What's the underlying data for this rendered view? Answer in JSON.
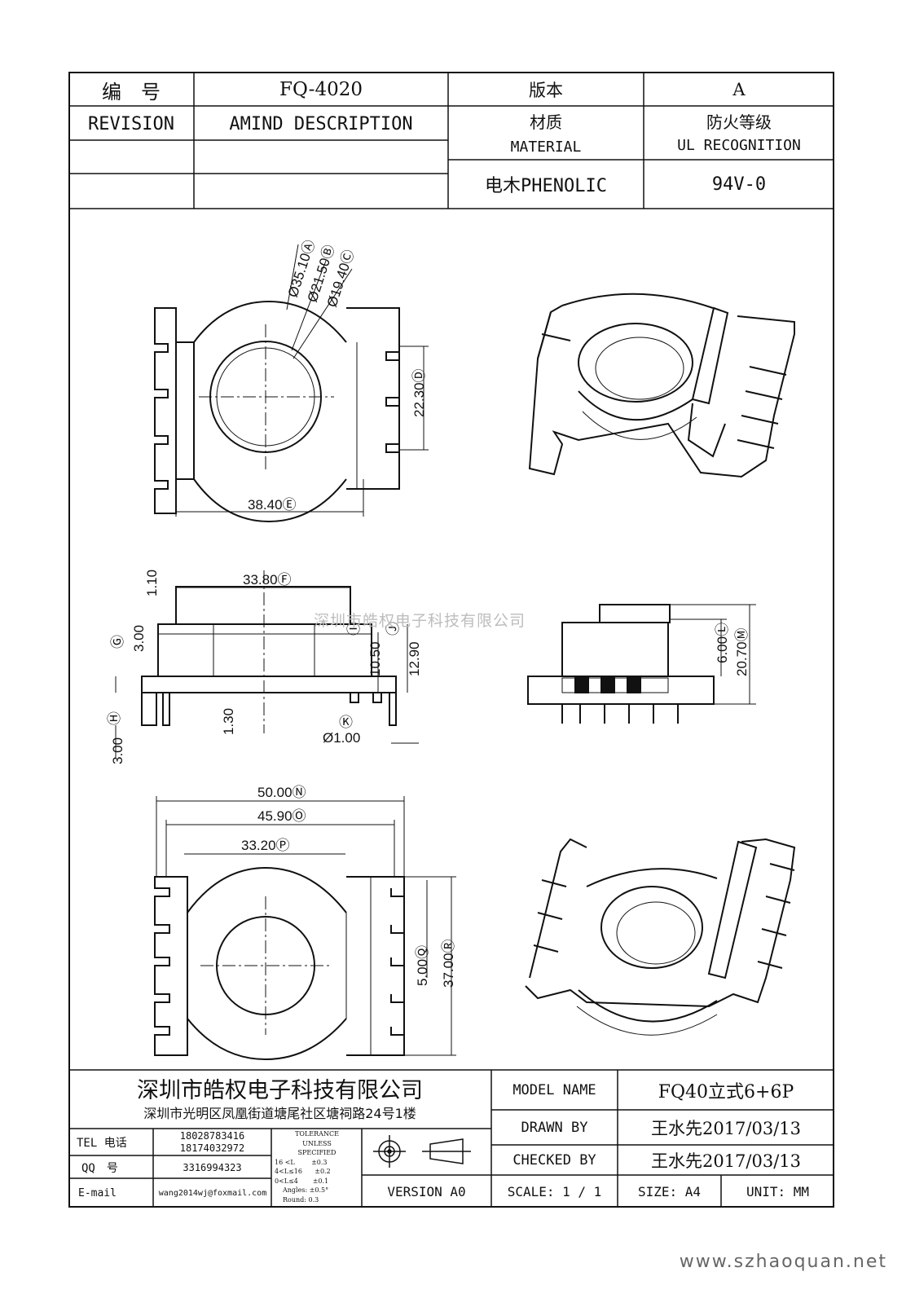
{
  "header": {
    "number_label": "编　号",
    "part_number": "FQ-4020",
    "version_label": "版本",
    "version_value": "A",
    "revision_label": "REVISION",
    "amend_label": "AMIND DESCRIPTION",
    "material_cn": "材质",
    "material_en": "MATERIAL",
    "fire_cn": "防火等级",
    "fire_en": "UL RECOGNITION",
    "material_value": "电木PHENOLIC",
    "fire_value": "94V-0"
  },
  "dimensions": {
    "d_a": "Ø35.10Ⓐ",
    "d_b": "Ø21.50Ⓑ",
    "d_c": "Ø19.40Ⓒ",
    "d_d": "22.30Ⓓ",
    "d_e": "38.40Ⓔ",
    "d_f": "33.80Ⓕ",
    "d_110": "1.10",
    "d_g": "3.00",
    "g_mark": "Ⓖ",
    "d_i": "10.50",
    "i_mark": "Ⓘ",
    "d_j": "12.90",
    "j_mark": "Ⓙ",
    "d_130": "1.30",
    "d_h": "3.00",
    "h_mark": "Ⓗ",
    "k_mark": "Ⓚ",
    "d_k": "Ø1.00",
    "d_l": "6.00Ⓛ",
    "d_m": "20.70Ⓜ",
    "d_n": "50.00Ⓝ",
    "d_o": "45.90Ⓞ",
    "d_p": "33.20Ⓟ",
    "d_q": "5.00Ⓠ",
    "d_r": "37.00Ⓡ"
  },
  "watermark": "深圳市皓权电子科技有限公司",
  "title_block": {
    "company": "深圳市皓权电子科技有限公司",
    "address": "深圳市光明区凤凰街道塘尾社区塘祠路24号1楼",
    "tel_label": "TEL 电话",
    "tel_1": "18028783416",
    "tel_2": "18174032972",
    "qq_label": "QQ　号",
    "qq": "3316994323",
    "email_label": "E-mail",
    "email": "wang2014wj@foxmail.com",
    "tolerance": [
      "TOLERANCE",
      "UNLESS",
      "SPECIFIED",
      "16 <L        ±0.3",
      "4<L≤16      ±0.2",
      "0<L≤4       ±0.1",
      "Angles: ±0.5°",
      "Round: 0.3"
    ],
    "version": "VERSION A0",
    "model_label": "MODEL NAME",
    "model_value": "FQ40立式6+6P",
    "drawn_label": "DRAWN BY",
    "drawn_value": "王水先2017/03/13",
    "checked_label": "CHECKED BY",
    "checked_value": "王水先2017/03/13",
    "scale": "SCALE: 1 / 1",
    "size": "SIZE: A4",
    "unit": "UNIT: MM"
  },
  "site": "www.szhaoquan.net"
}
